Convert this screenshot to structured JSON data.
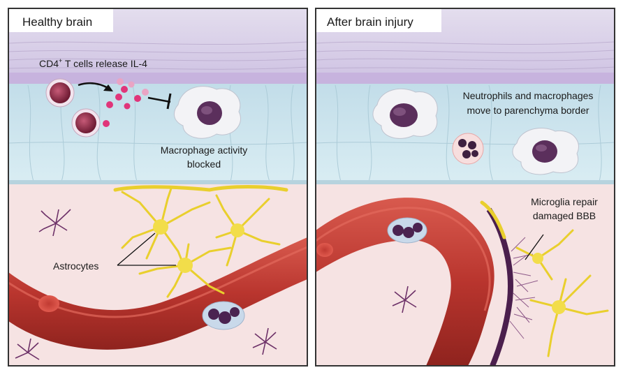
{
  "panels": {
    "left": {
      "title": "Healthy brain",
      "cd4_label_prefix": "CD4",
      "cd4_label_sup": "+",
      "cd4_label_suffix": " T cells release IL-4",
      "macrophage_label_line1": "Macrophage activity",
      "macrophage_label_line2": "blocked",
      "astrocytes_label": "Astrocytes"
    },
    "right": {
      "title": "After brain injury",
      "neutrophils_label_line1": "Neutrophils and macrophages",
      "neutrophils_label_line2": "move to parenchyma border",
      "microglia_label_line1": "Microglia repair",
      "microglia_label_line2": "damaged BBB"
    }
  },
  "colors": {
    "meninges_top": "#ddd6e8",
    "meninges_band": "#c9b7df",
    "csf_layer": "#cfe6ef",
    "parenchyma": "#f6e2e2",
    "vessel": "#b8352f",
    "vessel_highlight": "#d9574d",
    "astrocyte": "#f2dd4a",
    "microglia": "#7a3f78",
    "t_cell": "#8e2a45",
    "il4": "#e0357a",
    "panel_border": "#333333"
  }
}
